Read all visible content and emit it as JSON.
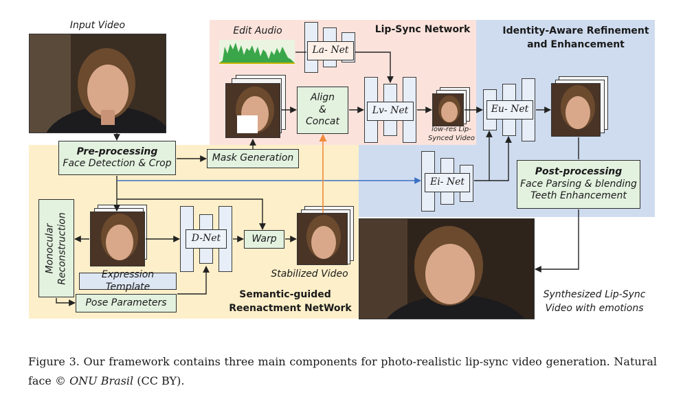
{
  "diagram": {
    "input_video_label": "Input Video",
    "edit_audio_label": "Edit Audio",
    "lipsync_title": "Lip-Sync Network",
    "refine_title": "Identity-Aware Refinement and Enhancement",
    "preproc_title": "Pre-processing",
    "preproc_sub": "Face Detection & Crop",
    "mask_generation": "Mask Generation",
    "la_net": "La- Net",
    "lv_net": "Lv- Net",
    "align_concat_1": "Align",
    "align_concat_2": "&",
    "align_concat_3": "Concat",
    "lowres_1": "low-res Lip-",
    "lowres_2": "Synced Video",
    "eu_net": "Eu- Net",
    "ei_net": "Ei- Net",
    "postproc_title": "Post-processing",
    "postproc_l1": "Face Parsing & blending",
    "postproc_l2": "Teeth Enhancement",
    "monocular_1": "Monocular",
    "monocular_2": "Reconstruction",
    "d_net": "D-Net",
    "warp": "Warp",
    "stabilized": "Stabilized Video",
    "expression_template": "Expression Template",
    "pose_parameters": "Pose Parameters",
    "reenact_title_1": "Semantic-guided",
    "reenact_title_2": "Reenactment NetWork",
    "synth_1": "Synthesized Lip-Sync",
    "synth_2": "Video with emotions"
  },
  "caption": {
    "text_1": "Figure 3. Our framework contains three main components for photo-realistic lip-sync video generation. Natural face © ",
    "italic": "ONU Brasil",
    "text_2": " (CC BY)."
  },
  "colors": {
    "lipsync_bg": "#fbe3dc",
    "refine_bg": "#cfdcef",
    "reenact_bg": "#fcefc9",
    "box_green": "#e3f1df",
    "arrow_blue": "#3a6fc4",
    "arrow_orange": "#f08a3c"
  }
}
